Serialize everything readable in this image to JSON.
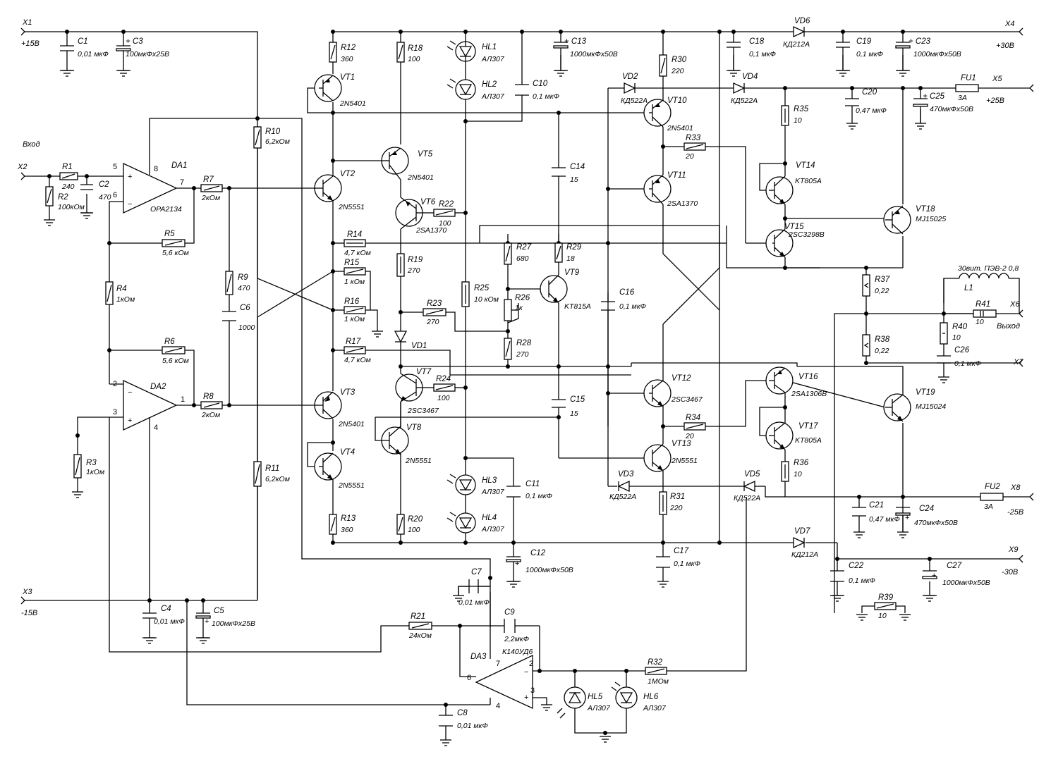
{
  "ports": {
    "x1": {
      "name": "X1",
      "label": "+15В"
    },
    "x2": {
      "name": "X2",
      "label": "Вход"
    },
    "x3": {
      "name": "X3",
      "label": "-15В"
    },
    "x4": {
      "name": "X4",
      "label": "+30В"
    },
    "x5": {
      "name": "X5",
      "label": "+25В"
    },
    "x6": {
      "name": "X6",
      "label": "Выход"
    },
    "x7": {
      "name": "X7",
      "label": ""
    },
    "x8": {
      "name": "X8",
      "label": "-25В"
    },
    "x9": {
      "name": "X9",
      "label": "-30В"
    }
  },
  "resistors": {
    "R1": "240",
    "R2": "100кОм",
    "R3": "1кОм",
    "R4": "1кОм",
    "R5": "5,6 кОм",
    "R6": "5,6 кОм",
    "R7": "2кОм",
    "R8": "2кОм",
    "R9": "470",
    "R10": "6,2кОм",
    "R11": "6,2кОм",
    "R12": "360",
    "R13": "360",
    "R14": "4,7 кОм",
    "R15": "1 кОм",
    "R16": "1 кОм",
    "R17": "4,7 кОм",
    "R18": "100",
    "R19": "270",
    "R20": "100",
    "R21": "24кОм",
    "R22": "100",
    "R23": "270",
    "R24": "100",
    "R25": "10 кОм",
    "R26": "1к",
    "R27": "680",
    "R28": "270",
    "R29": "18",
    "R30": "220",
    "R31": "220",
    "R32": "1МОм",
    "R33": "20",
    "R34": "20",
    "R35": "10",
    "R36": "10",
    "R37": "0,22",
    "R38": "0,22",
    "R39": "10",
    "R40": "10",
    "R41": "10"
  },
  "capacitors": {
    "C1": "0,01 мкФ",
    "C2": "470",
    "C3": "100мкФх25В",
    "C4": "0,01 мкФ",
    "C5": "100мкФх25В",
    "C6": "1000",
    "C7": "0,01 мкФ",
    "C8": "0,01 мкФ",
    "C9": "2,2мкФ",
    "C10": "0,1 мкФ",
    "C11": "0,1 мкФ",
    "C12": "1000мкФх50В",
    "C13": "1000мкФх50В",
    "C14": "15",
    "C15": "15",
    "C16": "0,1 мкФ",
    "C17": "0,1 мкФ",
    "C18": "0,1 мкФ",
    "C19": "0,1 мкФ",
    "C20": "0,47 мкФ",
    "C21": "0,47 мкФ",
    "C22": "0,1 мкФ",
    "C23": "1000мкФх50В",
    "C24": "470мкФх50В",
    "C25": "470мкФх50В",
    "C26": "0,1 мкФ",
    "C27": "1000мкФх50В"
  },
  "transistors": {
    "VT1": "2N5401",
    "VT2": "2N5551",
    "VT3": "2N5401",
    "VT4": "2N5551",
    "VT5": "2N5401",
    "VT6": "2SA1370",
    "VT7": "2SC3467",
    "VT8": "2N5551",
    "VT9": "KT815A",
    "VT10": "2N5401",
    "VT11": "2SA1370",
    "VT12": "2SC3467",
    "VT13": "2N5551",
    "VT14": "KT805A",
    "VT15": "2SC3298B",
    "VT16": "2SA1306B",
    "VT17": "KT805A",
    "VT18": "MJ15025",
    "VT19": "MJ15024"
  },
  "diodes": {
    "VD1": "",
    "VD2": "КД522А",
    "VD3": "КД522А",
    "VD4": "КД522А",
    "VD5": "КД522А",
    "VD6": "КД212А",
    "VD7": "КД212А"
  },
  "leds": {
    "HL1": "АЛ307",
    "HL2": "АЛ307",
    "HL3": "АЛ307",
    "HL4": "АЛ307",
    "HL5": "АЛ307",
    "HL6": "АЛ307"
  },
  "opamps": {
    "DA1": "OPA2134",
    "DA2": "",
    "DA3": "К140УД6"
  },
  "pins": {
    "da1": {
      "inp": "5",
      "inn": "6",
      "out": "7",
      "pwr": "8"
    },
    "da2": {
      "inn": "2",
      "inp": "3",
      "out": "1",
      "pwr": "4"
    },
    "da3": {
      "inn": "6",
      "inp": "4",
      "out": "2",
      "top": "7",
      "bal": "3"
    }
  },
  "fuses": {
    "FU1": "3А",
    "FU2": "3А"
  },
  "inductor": {
    "name": "L1",
    "note": "30вит. ПЭВ-2 0,8"
  }
}
